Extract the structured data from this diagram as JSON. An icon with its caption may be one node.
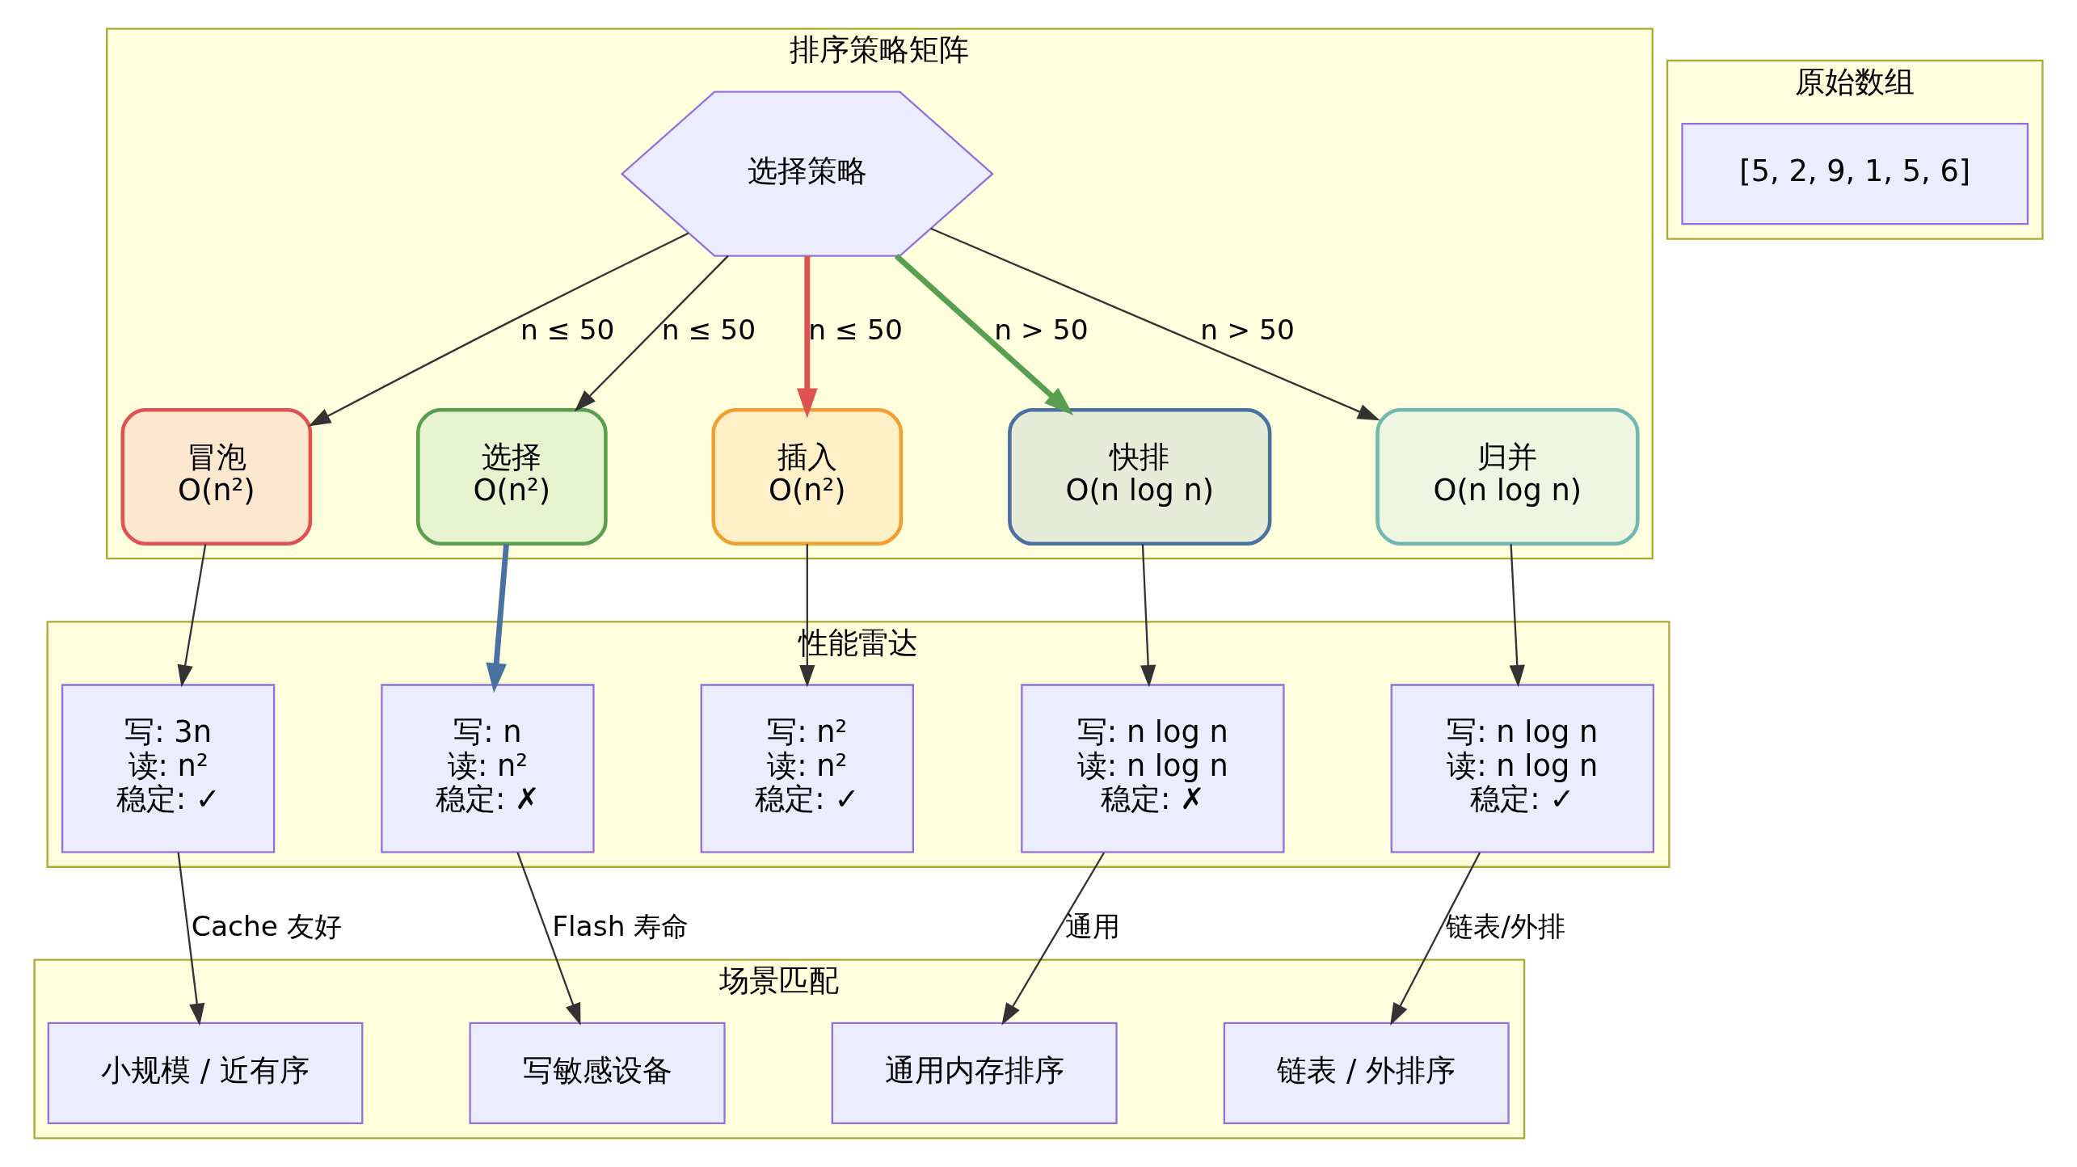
{
  "diagram": {
    "nodes": [
      {
        "text": [
          "排序策略矩阵"
        ]
      },
      {
        "text": [
          "选择策略"
        ],
        "in": 0
      },
      {
        "text": [
          "冒泡",
          "O(n²)"
        ],
        "in": 0
      },
      {
        "text": [
          "选择",
          "O(n²)"
        ],
        "in": 0
      },
      {
        "text": [
          "插入",
          "O(n²)"
        ],
        "in": 0
      },
      {
        "text": [
          "快排",
          "O(n log n)"
        ],
        "in": 0
      },
      {
        "text": [
          "归并",
          "O(n log n)"
        ],
        "in": 0
      },
      {
        "text": [
          "原始数组"
        ]
      },
      {
        "text": [
          "[5, 2, 9, 1, 5, 6]"
        ],
        "in": 7
      },
      {
        "text": [
          "性能雷达"
        ]
      },
      {
        "text": [
          "写: 3n",
          "读: n²",
          "稳定: ✓"
        ],
        "in": 9
      },
      {
        "text": [
          "写: n",
          "读: n²",
          "稳定: ✗"
        ],
        "in": 9
      },
      {
        "text": [
          "写: n²",
          "读: n²",
          "稳定: ✓"
        ],
        "in": 9
      },
      {
        "text": [
          "写: n log n",
          "读: n log n",
          "稳定: ✗"
        ],
        "in": 9
      },
      {
        "text": [
          "写: n log n",
          "读: n log n",
          "稳定: ✓"
        ],
        "in": 9
      },
      {
        "text": [
          "场景匹配"
        ]
      },
      {
        "text": [
          "小规模 / 近有序"
        ],
        "in": 15
      },
      {
        "text": [
          "写敏感设备"
        ],
        "in": 15
      },
      {
        "text": [
          "通用内存排序"
        ],
        "in": 15
      },
      {
        "text": [
          "链表 / 外排序"
        ],
        "in": 15
      }
    ],
    "edges": [
      {
        "from": 1,
        "to": 2,
        "arrow": "to",
        "label": "n ≤ 50"
      },
      {
        "from": 1,
        "to": 3,
        "arrow": "to",
        "label": "n ≤ 50"
      },
      {
        "from": 1,
        "to": 4,
        "arrow": "to",
        "label": "n ≤ 50",
        "style": "thick",
        "color": "#e05252"
      },
      {
        "from": 1,
        "to": 5,
        "arrow": "to",
        "label": "n > 50",
        "style": "thick",
        "color": "#5a9e50"
      },
      {
        "from": 1,
        "to": 6,
        "arrow": "to",
        "label": "n > 50"
      },
      {
        "from": 2,
        "to": 10,
        "arrow": "to"
      },
      {
        "from": 3,
        "to": 11,
        "arrow": "to",
        "style": "thick",
        "color": "#4a72a0"
      },
      {
        "from": 4,
        "to": 12,
        "arrow": "to"
      },
      {
        "from": 5,
        "to": 13,
        "arrow": "to"
      },
      {
        "from": 6,
        "to": 14,
        "arrow": "to"
      },
      {
        "from": 10,
        "to": 16,
        "arrow": "to",
        "label": "Cache 友好"
      },
      {
        "from": 11,
        "to": 17,
        "arrow": "to",
        "label": "Flash 寿命"
      },
      {
        "from": 13,
        "to": 18,
        "arrow": "to",
        "label": "通用"
      },
      {
        "from": 14,
        "to": 19,
        "arrow": "to",
        "label": "链表/外排"
      }
    ]
  }
}
